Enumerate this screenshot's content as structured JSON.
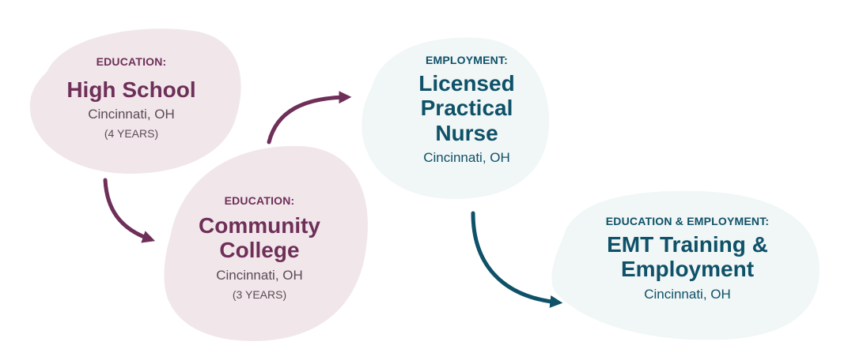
{
  "colors": {
    "education_fill": "#f1e7ea",
    "employment_fill": "#f1f6f6",
    "education_text": "#6e2f58",
    "employment_text": "#0e5168",
    "education_arrow": "#6e2f58",
    "employment_arrow": "#0e5168"
  },
  "nodes": {
    "high_school": {
      "category": "EDUCATION:",
      "title": "High School",
      "location": "Cincinnati, OH",
      "duration": "(4 YEARS)"
    },
    "community_college": {
      "category": "EDUCATION:",
      "title_line1": "Community",
      "title_line2": "College",
      "location": "Cincinnati, OH",
      "duration": "(3 YEARS)"
    },
    "lpn": {
      "category": "EMPLOYMENT:",
      "title_line1": "Licensed",
      "title_line2": "Practical",
      "title_line3": "Nurse",
      "location": "Cincinnati, OH"
    },
    "emt": {
      "category": "EDUCATION & EMPLOYMENT:",
      "title_line1": "EMT Training &",
      "title_line2": "Employment",
      "location": "Cincinnati, OH"
    }
  },
  "edges": [
    {
      "from": "high_school",
      "to": "community_college"
    },
    {
      "from": "community_college",
      "to": "lpn"
    },
    {
      "from": "lpn",
      "to": "emt"
    }
  ]
}
